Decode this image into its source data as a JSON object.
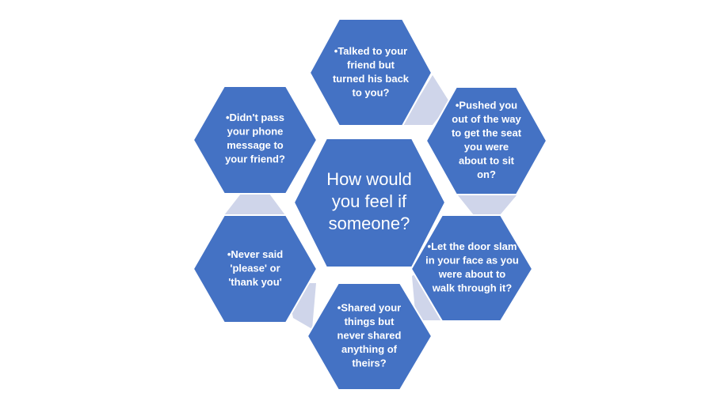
{
  "center": {
    "lines": [
      "How would",
      "you feel if",
      "someone?"
    ]
  },
  "items": [
    {
      "id": "talked-back",
      "lines": [
        "•Talked to your",
        "friend but",
        "turned his back",
        "to you?"
      ]
    },
    {
      "id": "pushed-seat",
      "lines": [
        "•Pushed you",
        "out of the way",
        "to get the seat",
        "you were",
        "about to sit",
        "on?"
      ]
    },
    {
      "id": "door-slam",
      "lines": [
        "•Let the door slam",
        "in your face as you",
        "were about to",
        "walk through it?"
      ]
    },
    {
      "id": "shared-things",
      "lines": [
        "•Shared your",
        "things but",
        "never shared",
        "anything of",
        "theirs?"
      ]
    },
    {
      "id": "never-said-please",
      "lines": [
        "•Never said",
        "'please' or",
        "'thank you'"
      ]
    },
    {
      "id": "phone-message",
      "lines": [
        "•Didn't pass",
        "your phone",
        "message to",
        "your friend?"
      ]
    }
  ],
  "colors": {
    "hex_fill": "#4472C4",
    "connector_fill": "#CFD5EA",
    "text": "#FFFFFF",
    "background": "#FFFFFF"
  }
}
